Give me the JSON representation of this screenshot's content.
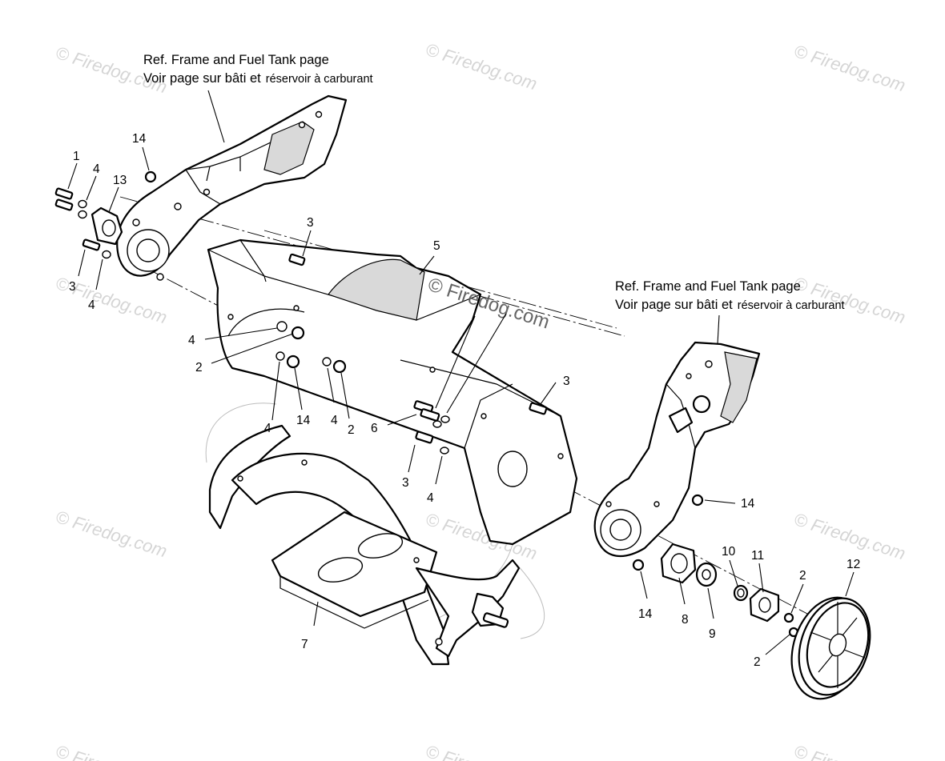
{
  "references": [
    {
      "line1": "Ref. Frame and Fuel Tank page",
      "line2a": "Voir page sur bâti et",
      "line2b": "réservoir à carburant"
    },
    {
      "line1": "Ref. Frame and Fuel Tank page",
      "line2a": "Voir page sur bâti et",
      "line2b": "réservoir à carburant"
    }
  ],
  "watermark": {
    "text": "© Firedog.com",
    "center_text": "© Firedog.com"
  },
  "callouts": [
    {
      "label": "1"
    },
    {
      "label": "4"
    },
    {
      "label": "13"
    },
    {
      "label": "14"
    },
    {
      "label": "3"
    },
    {
      "label": "4"
    },
    {
      "label": "3"
    },
    {
      "label": "5"
    },
    {
      "label": "4"
    },
    {
      "label": "2"
    },
    {
      "label": "4"
    },
    {
      "label": "14"
    },
    {
      "label": "4"
    },
    {
      "label": "2"
    },
    {
      "label": "6"
    },
    {
      "label": "3"
    },
    {
      "label": "3"
    },
    {
      "label": "4"
    },
    {
      "label": "14"
    },
    {
      "label": "7"
    },
    {
      "label": "10"
    },
    {
      "label": "11"
    },
    {
      "label": "2"
    },
    {
      "label": "12"
    },
    {
      "label": "14"
    },
    {
      "label": "8"
    },
    {
      "label": "9"
    },
    {
      "label": "2"
    }
  ]
}
